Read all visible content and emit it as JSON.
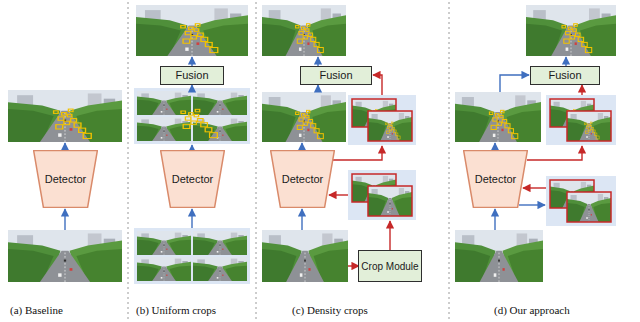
{
  "diagram": {
    "nodes": [
      {
        "text": [
          "Detector"
        ]
      },
      {
        "text": [
          "Fusion"
        ]
      },
      {
        "text": [
          "Detector"
        ]
      },
      {
        "text": [
          "Fusion"
        ]
      },
      {
        "text": [
          "Detector"
        ]
      },
      {
        "text": [
          "Crop Module"
        ]
      },
      {
        "text": [
          "Fusion"
        ]
      },
      {
        "text": [
          "Detector"
        ]
      }
    ],
    "labels": [
      "(a) Baseline",
      "(b) Uniform crops",
      "(c) Density crops",
      "(d) Our approach"
    ]
  }
}
